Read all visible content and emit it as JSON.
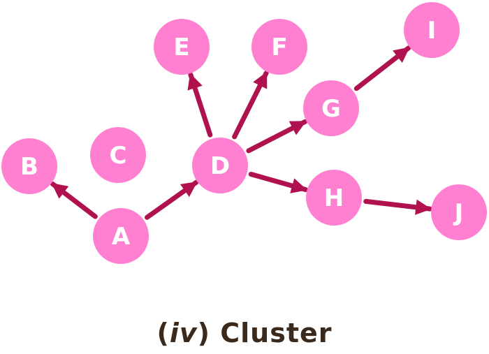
{
  "colors": {
    "node": "#ff80d0",
    "arrow": "#b0124f",
    "label": "#ffffff",
    "caption": "#3b2a1c"
  },
  "nodes": [
    {
      "id": "A",
      "label": "A"
    },
    {
      "id": "B",
      "label": "B"
    },
    {
      "id": "C",
      "label": "C"
    },
    {
      "id": "D",
      "label": "D"
    },
    {
      "id": "E",
      "label": "E"
    },
    {
      "id": "F",
      "label": "F"
    },
    {
      "id": "G",
      "label": "G"
    },
    {
      "id": "H",
      "label": "H"
    },
    {
      "id": "I",
      "label": "I"
    },
    {
      "id": "J",
      "label": "J"
    }
  ],
  "edges": [
    {
      "from": "A",
      "to": "B"
    },
    {
      "from": "A",
      "to": "D"
    },
    {
      "from": "D",
      "to": "E"
    },
    {
      "from": "D",
      "to": "F"
    },
    {
      "from": "D",
      "to": "G"
    },
    {
      "from": "D",
      "to": "H"
    },
    {
      "from": "G",
      "to": "I"
    },
    {
      "from": "H",
      "to": "J"
    }
  ],
  "caption": {
    "open": "(",
    "roman": "iv",
    "close": ")",
    "title": "Cluster"
  }
}
